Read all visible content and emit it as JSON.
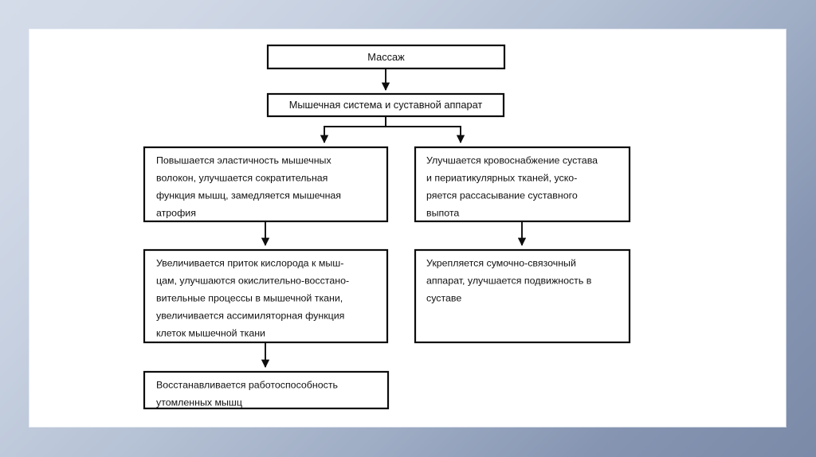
{
  "slide": {
    "background_top_color": "#d5dce9",
    "background_bottom_color": "#7a8aa7",
    "panel_color": "#ffffff",
    "line_color": "#0d0d0d",
    "text_color": "#111111"
  },
  "diagram": {
    "type": "flowchart",
    "orientation": "top-down",
    "root": {
      "id": "massage",
      "label": "Массаж"
    },
    "level2": {
      "id": "muscle-joint-system",
      "label": "Мышечная система и суставной аппарат"
    },
    "branches": [
      {
        "id": "muscle-branch",
        "side": "left",
        "nodes": [
          {
            "id": "muscle-elasticity",
            "lines": [
              "Повышается эластичность мышечных",
              "волокон, улучшается сократительная",
              "функция мышц, замедляется мышечная",
              "атрофия"
            ]
          },
          {
            "id": "oxygen-inflow",
            "lines": [
              "Увеличивается приток кислорода к мыш-",
              "цам, улучшаются окислительно-восстано-",
              "вительные процессы в мышечной ткани,",
              "увеличивается ассимиляторная функция",
              "клеток мышечной ткани"
            ]
          },
          {
            "id": "work-capacity-restored",
            "lines": [
              "Восстанавливается работоспособность",
              "утомленных мышц"
            ]
          }
        ]
      },
      {
        "id": "joint-branch",
        "side": "right",
        "nodes": [
          {
            "id": "blood-supply-joint",
            "lines": [
              "Улучшается кровоснабжение сустава",
              "и периатикулярных тканей, уско-",
              "ряется рассасывание суставного",
              "выпота"
            ]
          },
          {
            "id": "capsular-ligament",
            "lines": [
              "Укрепляется сумочно-связочный",
              "аппарат, улучшается подвижность в",
              "суставе"
            ]
          }
        ]
      }
    ],
    "edges": [
      {
        "id": "edge-massage-to-system",
        "from": "massage",
        "to": "muscle-joint-system"
      },
      {
        "id": "edge-system-to-muscle",
        "from": "muscle-joint-system",
        "to": "muscle-elasticity"
      },
      {
        "id": "edge-system-to-joint",
        "from": "muscle-joint-system",
        "to": "blood-supply-joint"
      },
      {
        "id": "edge-muscle-to-oxygen",
        "from": "muscle-elasticity",
        "to": "oxygen-inflow"
      },
      {
        "id": "edge-oxygen-to-capacity",
        "from": "oxygen-inflow",
        "to": "work-capacity-restored"
      },
      {
        "id": "edge-blood-to-ligament",
        "from": "blood-supply-joint",
        "to": "capsular-ligament"
      }
    ]
  }
}
